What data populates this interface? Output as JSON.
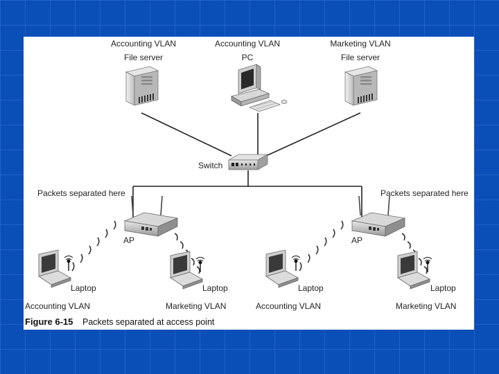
{
  "devices": {
    "server_left": {
      "line1": "Accounting VLAN",
      "line2": "File server"
    },
    "pc_center": {
      "line1": "Accounting VLAN",
      "line2": "PC"
    },
    "server_right": {
      "line1": "Marketing VLAN",
      "line2": "File server"
    },
    "switch": {
      "label": "Switch"
    },
    "ap_left": {
      "label": "AP",
      "note": "Packets separated here"
    },
    "ap_right": {
      "label": "AP",
      "note": "Packets separated here"
    },
    "laptops": [
      {
        "label": "Laptop",
        "vlan": "Accounting VLAN"
      },
      {
        "label": "Laptop",
        "vlan": "Marketing VLAN"
      },
      {
        "label": "Laptop",
        "vlan": "Accounting VLAN"
      },
      {
        "label": "Laptop",
        "vlan": "Marketing VLAN"
      }
    ]
  },
  "caption": {
    "number": "Figure 6-15",
    "text": "Packets separated at access point"
  },
  "colors": {
    "background": "#0a4fb8",
    "panel": "#ffffff",
    "line": "#222222"
  },
  "icons": [
    "file-server-icon",
    "pc-icon",
    "switch-icon",
    "access-point-icon",
    "laptop-icon",
    "wireless-signal-icon"
  ]
}
